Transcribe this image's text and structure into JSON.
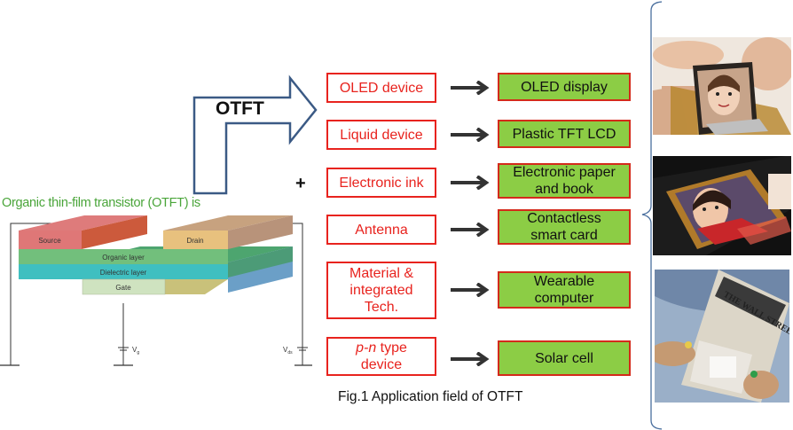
{
  "diagram": {
    "big_arrow_label": "OTFT",
    "plus_sign": "+",
    "otft_title": "Organic thin-film transistor (OTFT) is",
    "transistor_layers": {
      "source": "Source",
      "drain": "Drain",
      "organic": "Organic layer",
      "dielectric": "Dielectric layer",
      "gate": "Gate",
      "vg": "V",
      "vg_sub": "g",
      "vds": "V",
      "vds_sub": "ds"
    },
    "rows": [
      {
        "source": "OLED device",
        "source_italic": "",
        "target": "OLED display"
      },
      {
        "source": "Liquid device",
        "source_italic": "",
        "target": "Plastic TFT LCD"
      },
      {
        "source": "Electronic ink",
        "source_italic": "",
        "target": "Electronic paper and book"
      },
      {
        "source": "Antenna",
        "source_italic": "",
        "target": "Contactless smart card"
      },
      {
        "source": "Material & integrated Tech.",
        "source_italic": "",
        "target": "Wearable computer"
      },
      {
        "source": " type device",
        "source_italic": "p-n",
        "target": "Solar cell"
      }
    ],
    "caption": "Fig.1 Application field of OTFT",
    "photos": [
      {
        "name": "flexible-oled-photo",
        "description": "Hands bending a flexible OLED display showing a child's face"
      },
      {
        "name": "flexible-display-photo",
        "description": "Flexible display panel showing a child's face"
      },
      {
        "name": "electronic-paper-photo",
        "description": "Person holding The Wall Street Journal electronic paper"
      }
    ],
    "photo_newspaper_text": "THE WALL STREET JOURNAL",
    "colors": {
      "source_border": "#e8231e",
      "target_fill": "#8ccd45",
      "target_border": "#d42a1b",
      "arrow_outline": "#3b5a85",
      "title_green": "#4aa53a"
    }
  }
}
